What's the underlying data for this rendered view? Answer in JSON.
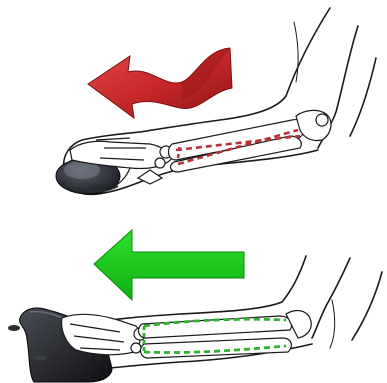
{
  "panels": [
    {
      "mouse": "standard-mouse",
      "forearm_bones": "crossed",
      "arrow": "twisted-arrow",
      "arrow_color": "#c8282a",
      "bone_line_color": "#b83236"
    },
    {
      "mouse": "vertical-mouse",
      "forearm_bones": "parallel",
      "arrow": "straight-arrow",
      "arrow_color": "#17c617",
      "bone_line_color": "#2fb22f"
    }
  ],
  "colors": {
    "outline": "#1a1a1a",
    "bone_fill": "#ffffff",
    "background": "#ffffff"
  }
}
